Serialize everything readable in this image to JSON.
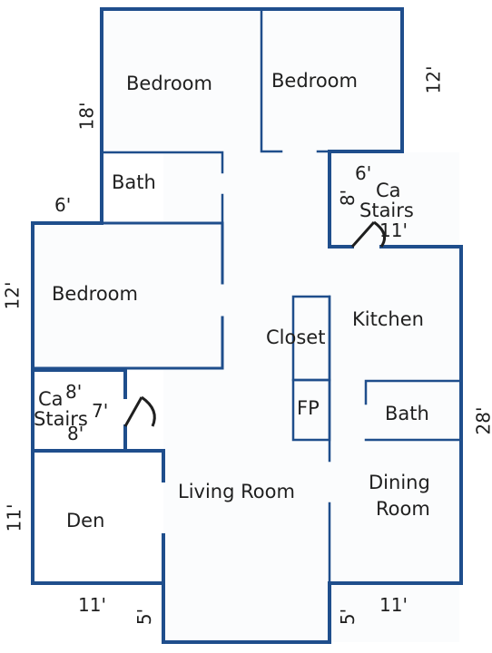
{
  "rooms": {
    "bedroom_top_left": "Bedroom",
    "bedroom_top_right": "Bedroom",
    "bath_upper": "Bath",
    "bedroom_left": "Bedroom",
    "closet": "Closet",
    "kitchen": "Kitchen",
    "fireplace": "FP",
    "bath_right": "Bath",
    "living_room": "Living Room",
    "dining_room_line1": "Dining",
    "dining_room_line2": "Room",
    "den": "Den",
    "stairs_right_ca": "Ca",
    "stairs_right": "Stairs",
    "stairs_left_ca": "Ca",
    "stairs_left": "Stairs"
  },
  "dimensions": {
    "top_left_height": "18'",
    "top_right_height": "12'",
    "left_notch_width": "6'",
    "bedroom_left_height": "12'",
    "stairs_right_top": "6'",
    "stairs_right_side": "8'",
    "stairs_right_bottom": "11'",
    "stairs_left_top": "8'",
    "stairs_left_side": "7'",
    "stairs_left_bottom": "8'",
    "right_height": "28'",
    "den_height": "11'",
    "bottom_left_width": "11'",
    "bottom_left_notch": "5'",
    "bottom_right_notch": "5'",
    "bottom_right_width": "11'"
  }
}
